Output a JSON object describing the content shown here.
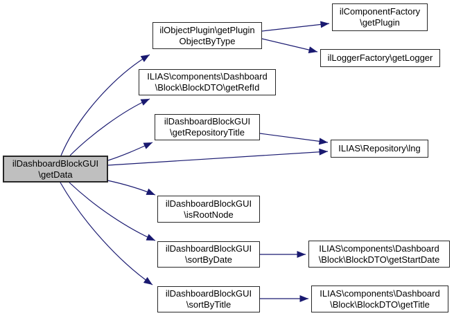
{
  "diagram": {
    "type": "call-graph",
    "colors": {
      "edge": "#191970",
      "node_fill": "#ffffff",
      "current_node_fill": "#bfbfbf",
      "node_border": "#262626",
      "background": "#ffffff",
      "text": "#000000"
    },
    "nodes": [
      {
        "id": "ildashboardblockgui-getdata",
        "label": "ilDashboardBlockGUI\n\\getData",
        "current": true
      },
      {
        "id": "ilobjectplugin-getpluginobjectbytype",
        "label": "ilObjectPlugin\\getPlugin\nObjectByType",
        "current": false
      },
      {
        "id": "blockdto-getrefid",
        "label": "ILIAS\\components\\Dashboard\n\\Block\\BlockDTO\\getRefId",
        "current": false
      },
      {
        "id": "ildashboardblockgui-getrepositorytitle",
        "label": "ilDashboardBlockGUI\n\\getRepositoryTitle",
        "current": false
      },
      {
        "id": "ilias-repository-lng",
        "label": "ILIAS\\Repository\\lng",
        "current": false
      },
      {
        "id": "ildashboardblockgui-isrootnode",
        "label": "ilDashboardBlockGUI\n\\isRootNode",
        "current": false
      },
      {
        "id": "ildashboardblockgui-sortbydate",
        "label": "ilDashboardBlockGUI\n\\sortByDate",
        "current": false
      },
      {
        "id": "ildashboardblockgui-sortbytitle",
        "label": "ilDashboardBlockGUI\n\\sortByTitle",
        "current": false
      },
      {
        "id": "ilcomponentfactory-getplugin",
        "label": "ilComponentFactory\n\\getPlugin",
        "current": false
      },
      {
        "id": "illoggerfactory-getlogger",
        "label": "ilLoggerFactory\\getLogger",
        "current": false
      },
      {
        "id": "blockdto-getstartdate",
        "label": "ILIAS\\components\\Dashboard\n\\Block\\BlockDTO\\getStartDate",
        "current": false
      },
      {
        "id": "blockdto-gettitle",
        "label": "ILIAS\\components\\Dashboard\n\\Block\\BlockDTO\\getTitle",
        "current": false
      }
    ],
    "edges": [
      {
        "from": "ildashboardblockgui-getdata",
        "to": "ilobjectplugin-getpluginobjectbytype"
      },
      {
        "from": "ildashboardblockgui-getdata",
        "to": "blockdto-getrefid"
      },
      {
        "from": "ildashboardblockgui-getdata",
        "to": "ildashboardblockgui-getrepositorytitle"
      },
      {
        "from": "ildashboardblockgui-getdata",
        "to": "ilias-repository-lng"
      },
      {
        "from": "ildashboardblockgui-getdata",
        "to": "ildashboardblockgui-isrootnode"
      },
      {
        "from": "ildashboardblockgui-getdata",
        "to": "ildashboardblockgui-sortbydate"
      },
      {
        "from": "ildashboardblockgui-getdata",
        "to": "ildashboardblockgui-sortbytitle"
      },
      {
        "from": "ilobjectplugin-getpluginobjectbytype",
        "to": "ilcomponentfactory-getplugin"
      },
      {
        "from": "ilobjectplugin-getpluginobjectbytype",
        "to": "illoggerfactory-getlogger"
      },
      {
        "from": "ildashboardblockgui-getrepositorytitle",
        "to": "ilias-repository-lng"
      },
      {
        "from": "ildashboardblockgui-sortbydate",
        "to": "blockdto-getstartdate"
      },
      {
        "from": "ildashboardblockgui-sortbytitle",
        "to": "blockdto-gettitle"
      }
    ]
  }
}
